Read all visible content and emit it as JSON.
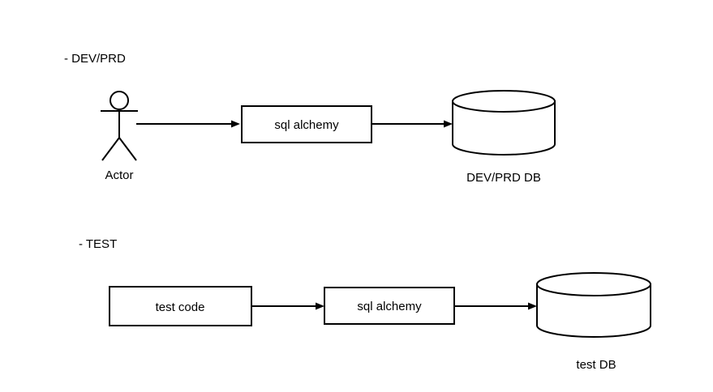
{
  "diagram": {
    "background_color": "#ffffff",
    "stroke_color": "#000000",
    "text_color": "#000000",
    "sections": [
      {
        "title": "- DEV/PRD",
        "nodes": [
          {
            "id": "actor",
            "type": "actor",
            "label": "Actor"
          },
          {
            "id": "sqlalchemy_dev",
            "type": "box",
            "label": "sql alchemy"
          },
          {
            "id": "devprd_db",
            "type": "cylinder",
            "label": "DEV/PRD DB"
          }
        ],
        "edges": [
          {
            "from": "actor",
            "to": "sqlalchemy_dev"
          },
          {
            "from": "sqlalchemy_dev",
            "to": "devprd_db"
          }
        ]
      },
      {
        "title": "- TEST",
        "nodes": [
          {
            "id": "test_code",
            "type": "box",
            "label": "test code"
          },
          {
            "id": "sqlalchemy_test",
            "type": "box",
            "label": "sql alchemy"
          },
          {
            "id": "test_db",
            "type": "cylinder",
            "label": "test DB"
          }
        ],
        "edges": [
          {
            "from": "test_code",
            "to": "sqlalchemy_test"
          },
          {
            "from": "sqlalchemy_test",
            "to": "test_db"
          }
        ]
      }
    ]
  }
}
